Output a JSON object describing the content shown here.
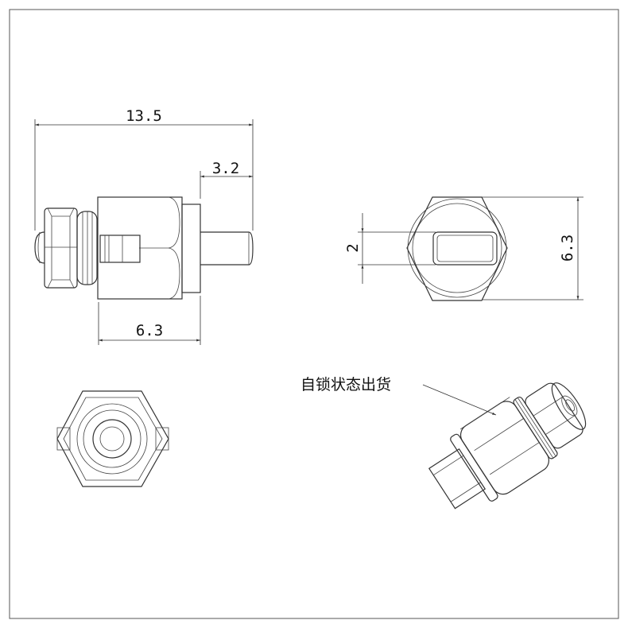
{
  "dimensions": {
    "overall_length": "13.5",
    "pin_length": "3.2",
    "body_length": "6.3",
    "slot_width": "2",
    "hex_height": "6.3"
  },
  "annotation": "自锁状态出货",
  "colors": {
    "line": "#333333",
    "background": "#ffffff"
  }
}
